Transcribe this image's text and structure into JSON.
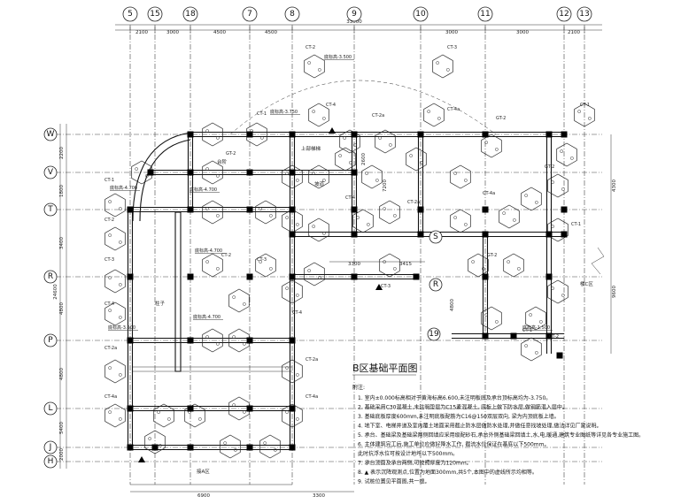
{
  "axis_top": [
    "5",
    "15",
    "18",
    "7",
    "8",
    "9",
    "10",
    "11",
    "12",
    "13"
  ],
  "axis_left": [
    "W",
    "V",
    "T",
    "R",
    "P",
    "L",
    "J",
    "H"
  ],
  "axis_mid": [
    "S",
    "R",
    "19"
  ],
  "dims_top": [
    "2100",
    "3000",
    "4500",
    "4500",
    "33000",
    "3000",
    "3000",
    "2100"
  ],
  "dims_left": [
    "2200",
    "1800",
    "3400",
    "4800",
    "4800",
    "5400",
    "2000",
    "24600"
  ],
  "dims_bottom": [
    "6900",
    "3300"
  ],
  "dims_right": [
    "4300",
    "9600"
  ],
  "dims_inner": [
    "3300",
    "3415",
    "2600",
    "7200",
    "4800"
  ],
  "cap_labels": [
    "CT-1",
    "CT-2",
    "CT-3",
    "CT-4",
    "CT-2a",
    "CT-4a",
    "GT-2"
  ],
  "elev_notes": [
    "底标高-4.700",
    "底标高-4.700",
    "底标高-4.700",
    "底标高-4.700",
    "底标高-3.500",
    "底标高-3.500",
    "底标高-3.750",
    "底标高-1.500"
  ],
  "misc_labels": [
    "楼C区",
    "接A区",
    "台阶",
    "上部梯梯",
    "柱子",
    "坡道"
  ],
  "title": "B区基础平面图",
  "notes_header": "附注:",
  "notes": [
    "1. 室内±0.000标高相对于黄海标高6.600,未注明板底及承台顶标高均为-3.750。",
    "2. 基础采用C30混凝土,未注明垫层为C15素混凝土, 底板上做下防水层,做钢筋混入层中。",
    "3. 基础底板厚度600mm,未注明底板配筋为C16@150双层双向, 梁为内顶底板上墙。",
    "4. 地下室、电梯井道及室内覆土地面采用截止防水层做防水处理,并做任意找坡处理,做法详见厂家说明。",
    "5. 承台、基础梁及基础梁两侧回填应采用级配砂石,承台外侧基础梁回填土,水,电,暖通,建筑专业图纸等详见各专业施工图。",
    "6. 主体建筑完工后,施工单位应做好降水工作, 截流水位保证在基底以下500mm。",
    "   此时抗浮水位可按设计地坪以下500mm。",
    "7. 承台顶面及承台两侧,可按照厚度为120mm。",
    "8. ▲ 表示沉降观测点,位置为地面300mm,共5个,本图中的虚线所示均相等。",
    "9. 试桩位置见平面图,共一根。"
  ]
}
